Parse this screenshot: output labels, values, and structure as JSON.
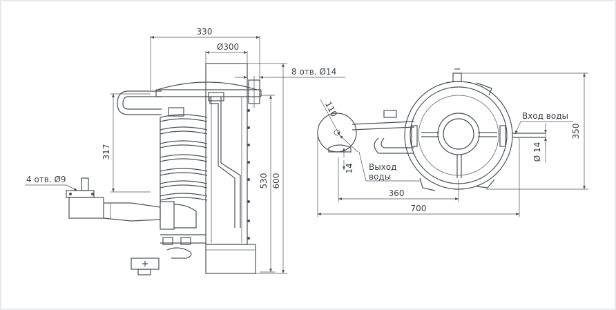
{
  "dimensions": {
    "top_width": "330",
    "diameter_300": "Ø300",
    "holes_14": "8 отв. Ø14",
    "height_317": "317",
    "holes_9": "4 отв. Ø9",
    "height_530": "530",
    "height_600": "600",
    "angle_110": "110",
    "dim_14_outlet": "14",
    "dim_360": "360",
    "dim_700": "700",
    "dim_350": "350",
    "diameter_14": "Ø 14"
  },
  "labels": {
    "water_inlet": "Вход воды",
    "water_outlet_line1": "Выход",
    "water_outlet_line2": "воды"
  }
}
